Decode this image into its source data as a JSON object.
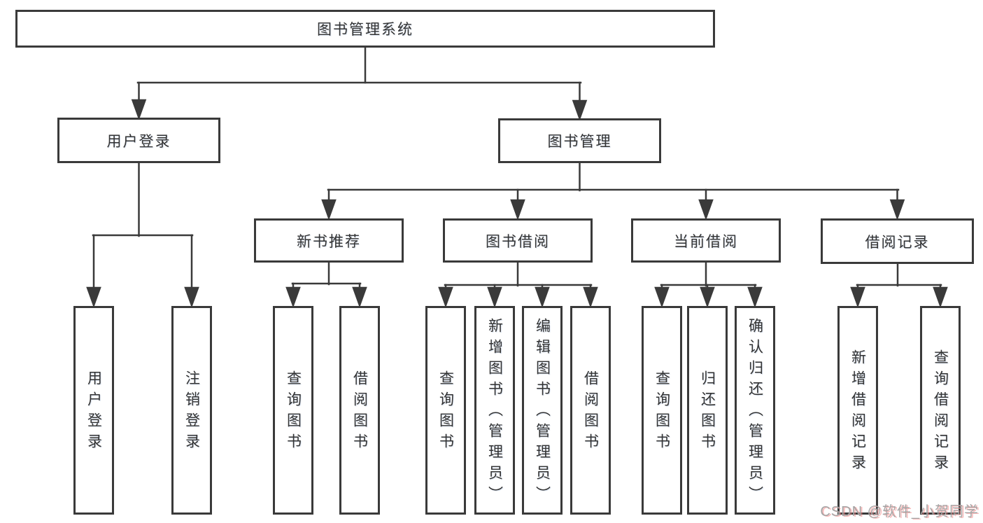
{
  "diagram": {
    "type": "hierarchy-tree",
    "tree": {
      "root": {
        "label": "图书管理系统",
        "children": [
          {
            "label": "用户登录",
            "children": [
              {
                "label": "用户登录"
              },
              {
                "label": "注销登录"
              }
            ]
          },
          {
            "label": "图书管理",
            "children": [
              {
                "label": "新书推荐",
                "children": [
                  {
                    "label": "查询图书"
                  },
                  {
                    "label": "借阅图书"
                  }
                ]
              },
              {
                "label": "图书借阅",
                "children": [
                  {
                    "label": "查询图书"
                  },
                  {
                    "label": "新增图书（管理员）"
                  },
                  {
                    "label": "编辑图书（管理员）"
                  },
                  {
                    "label": "借阅图书"
                  }
                ]
              },
              {
                "label": "当前借阅",
                "children": [
                  {
                    "label": "查询图书"
                  },
                  {
                    "label": "归还图书"
                  },
                  {
                    "label": "确认归还（管理员）"
                  }
                ]
              },
              {
                "label": "借阅记录",
                "children": [
                  {
                    "label": "新增借阅记录"
                  },
                  {
                    "label": "查询借阅记录"
                  }
                ]
              }
            ]
          }
        ]
      }
    },
    "colors": {
      "line": "#3a3a3a",
      "box_border": "#3a3a3a",
      "box_fill": "#ffffff",
      "text": "#333333",
      "background": "#ffffff",
      "watermark_text": "#a5a5a5",
      "watermark_accent": "#f48282"
    }
  },
  "watermark": {
    "text": "CSDN @软件_小贺同学"
  }
}
